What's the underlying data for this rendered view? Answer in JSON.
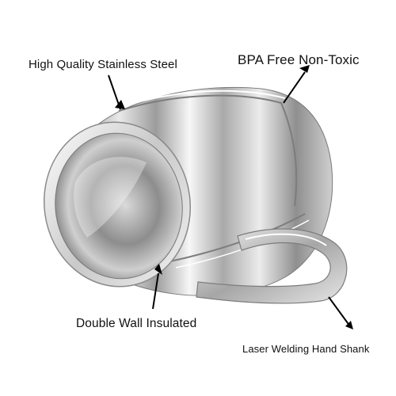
{
  "callouts": {
    "stainless": "High Quality Stainless Steel",
    "bpa": "BPA Free Non-Toxic",
    "double_wall": "Double Wall Insulated",
    "laser": "Laser Welding Hand Shank"
  },
  "colors": {
    "background": "#ffffff",
    "text": "#111111",
    "steel_light": "#f4f4f4",
    "steel_mid": "#bdbdbd",
    "steel_dark": "#6e6e6e"
  }
}
